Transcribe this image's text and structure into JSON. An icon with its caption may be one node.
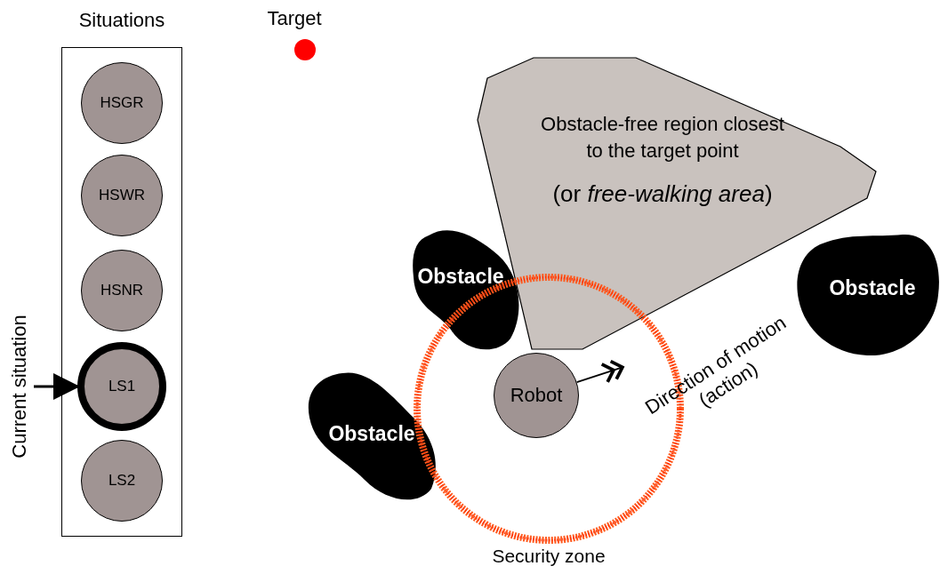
{
  "diagram": {
    "nodes": [
      {
        "text": [
          "Situations"
        ]
      },
      {
        "text": [
          "HSGR"
        ],
        "in": 0
      },
      {
        "text": [
          "HSWR"
        ],
        "in": 0
      },
      {
        "text": [
          "HSNR"
        ],
        "in": 0
      },
      {
        "text": [
          "LS1"
        ],
        "in": 0
      },
      {
        "text": [
          "LS2"
        ],
        "in": 0
      },
      {
        "text": [
          "Current situation"
        ]
      },
      {
        "text": [
          "Target"
        ]
      },
      {
        "text": [
          "Obstacle-free region closest to the target point",
          "(or *free-walking area*)"
        ]
      },
      {
        "text": [
          "Obstacle"
        ]
      },
      {
        "text": [
          "Obstacle"
        ]
      },
      {
        "text": [
          "Obstacle"
        ]
      },
      {
        "text": [
          "Security zone"
        ]
      },
      {
        "text": [
          "Robot"
        ],
        "in": 12
      }
    ],
    "edges": [
      {
        "from": 6,
        "to": 4,
        "arrow": "to"
      },
      {
        "from": 13,
        "to": null,
        "arrow": "to",
        "label": "Direction of motion (action)"
      }
    ]
  }
}
